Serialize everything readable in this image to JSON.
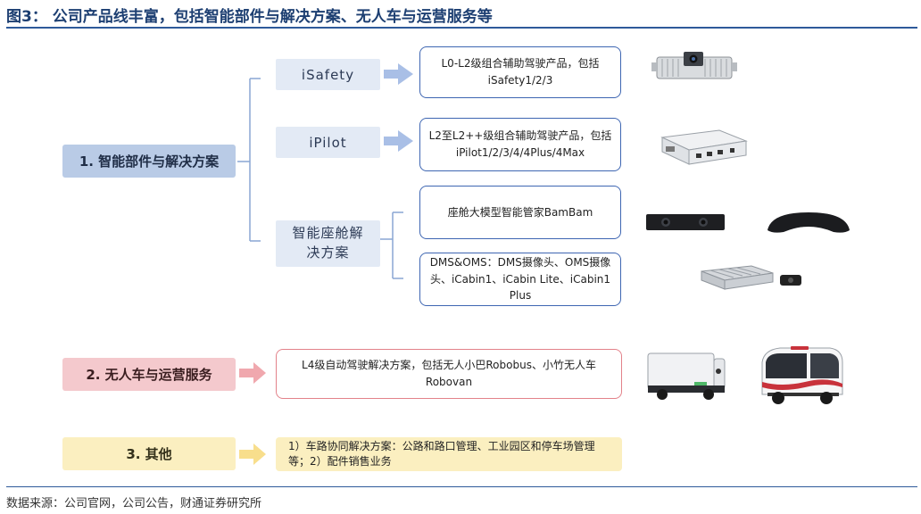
{
  "header": {
    "title": "图3： 公司产品线丰富，包括智能部件与解决方案、无人车与运营服务等"
  },
  "footer": {
    "source": "数据来源：公司官网，公司公告，财通证券研究所"
  },
  "categories": [
    {
      "label": "1. 智能部件与解决方案",
      "color": "#b9cbe6"
    },
    {
      "label": "2. 无人车与运营服务",
      "color": "#f4c9cd"
    },
    {
      "label": "3. 其他",
      "color": "#fbefc0"
    }
  ],
  "subcategories": [
    {
      "label": "iSafety"
    },
    {
      "label": "iPilot"
    },
    {
      "label": "智能座舱解决方案"
    }
  ],
  "descriptions": {
    "isafety": "L0-L2级组合辅助驾驶产品，包括iSafety1/2/3",
    "ipilot": "L2至L2++级组合辅助驾驶产品，包括iPilot1/2/3/4/4Plus/4Max",
    "cockpit_model": "座舱大模型智能管家BamBam",
    "cockpit_dms": "DMS&OMS：DMS摄像头、OMS摄像头、iCabin1、iCabin Lite、iCabin1 Plus",
    "robotaxi": "L4级自动驾驶解决方案，包括无人小巴Robobus、小竹无人车Robovan",
    "other": "1）车路协同解决方案：公路和路口管理、工业园区和停车场管理等；2）配件销售业务"
  },
  "colors": {
    "accent_blue": "#3e66b2",
    "accent_pink": "#e3828a",
    "arrow_blue": "#a9bfe6",
    "arrow_pink": "#f0a8ae",
    "arrow_yellow": "#f8de8c",
    "title": "#1d3f72"
  }
}
